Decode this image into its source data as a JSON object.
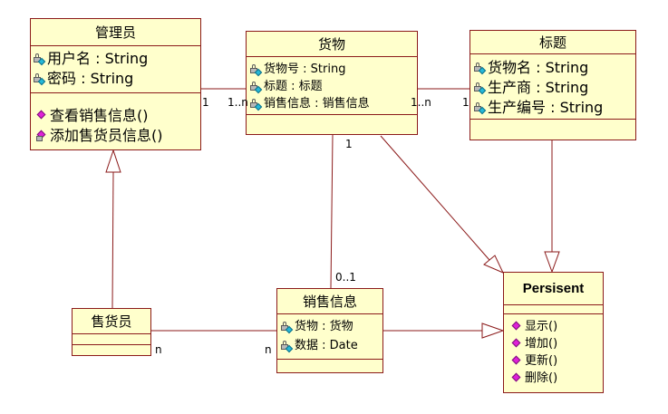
{
  "classes": {
    "admin": {
      "name": "管理员",
      "attributes": [
        "用户名 : String",
        "密码 : String"
      ],
      "operations": [
        "查看销售信息()",
        "添加售货员信息()"
      ]
    },
    "goods": {
      "name": "货物",
      "attributes": [
        "货物号 : String",
        "标题 : 标题",
        "销售信息 : 销售信息"
      ]
    },
    "title": {
      "name": "标题",
      "attributes": [
        "货物名 : String",
        "生产商 : String",
        "生产编号 : String"
      ]
    },
    "persisent": {
      "name": "Persisent",
      "operations": [
        "显示()",
        "增加()",
        "更新()",
        "删除()"
      ]
    },
    "clerk": {
      "name": "售货员"
    },
    "sales": {
      "name": "销售信息",
      "attributes": [
        "货物 : 货物",
        "数据 : Date"
      ]
    }
  },
  "multiplicities": {
    "admin_goods_left": "1",
    "admin_goods_right": "1..n",
    "goods_title_left": "1..n",
    "goods_title_right": "1",
    "goods_sales_top": "1",
    "goods_sales_bottom": "0..1",
    "clerk_sales_left": "n",
    "clerk_sales_right": "n"
  },
  "colors": {
    "class_fill": "#ffffcc",
    "class_border": "#8b1a1a",
    "line": "#8b1a1a",
    "operation_icon": "#e020d8",
    "attribute_icon": "#25b8d8"
  }
}
